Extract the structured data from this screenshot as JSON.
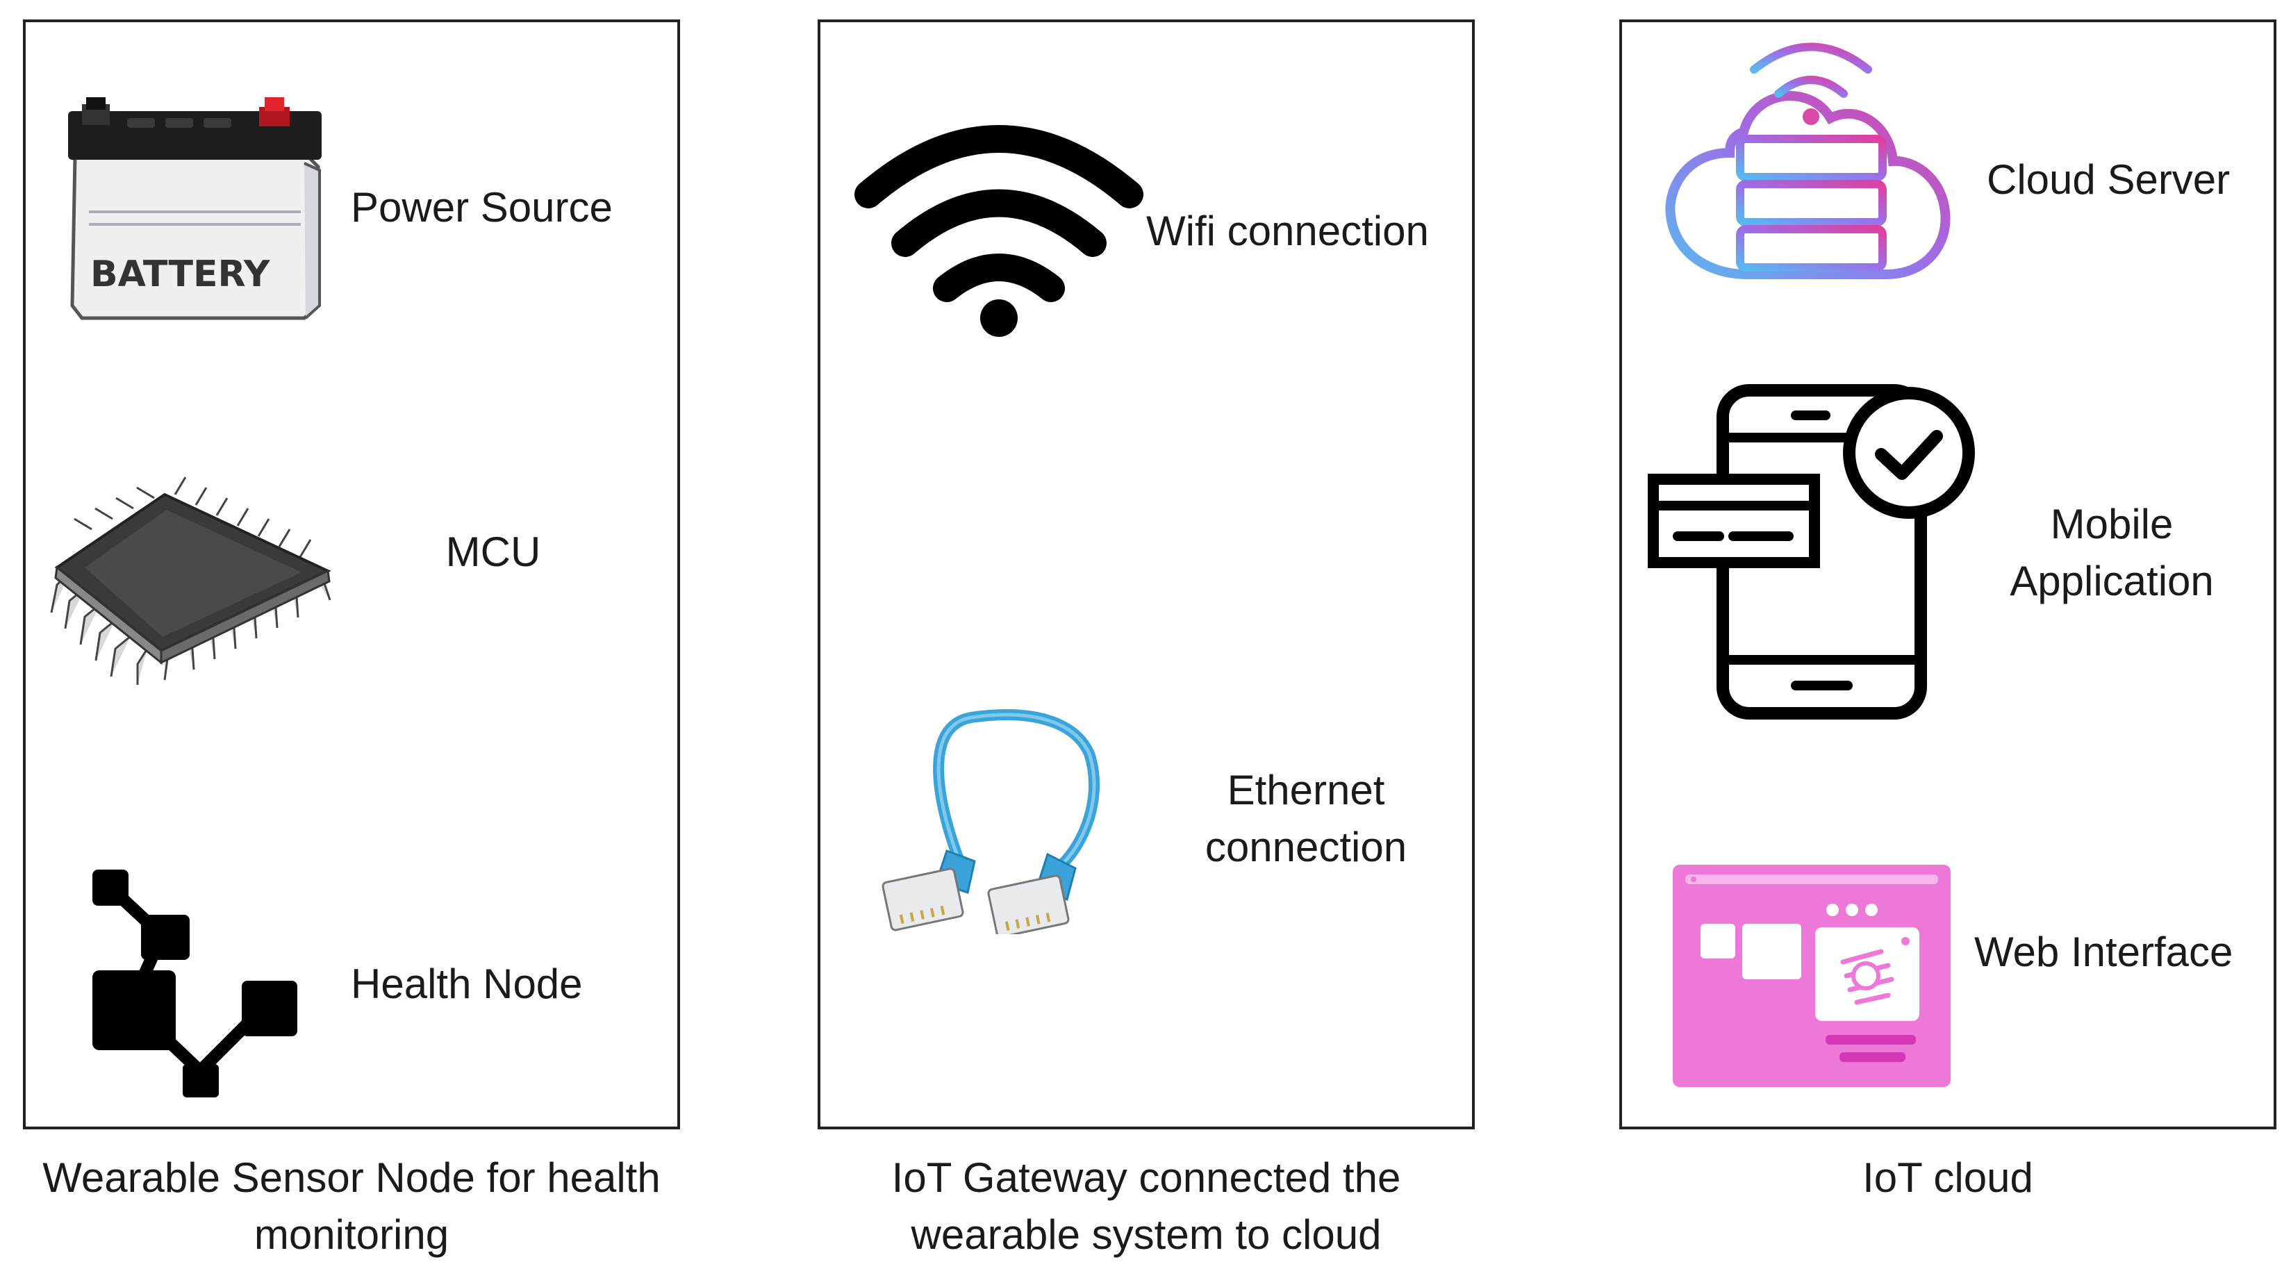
{
  "panels": {
    "sensor_node": {
      "items": [
        {
          "label": "Power Source",
          "icon": "battery-icon",
          "battery_text": "BATTERY"
        },
        {
          "label": "MCU",
          "icon": "chip-icon"
        },
        {
          "label": "Health Node",
          "icon": "node-graph-icon"
        }
      ],
      "caption_line1": "Wearable Sensor Node for health",
      "caption_line2": "monitoring"
    },
    "gateway": {
      "items": [
        {
          "label": "Wifi connection",
          "icon": "wifi-icon"
        },
        {
          "label_line1": "Ethernet",
          "label_line2": "connection",
          "icon": "ethernet-cable-icon"
        }
      ],
      "caption_line1": "IoT Gateway connected the",
      "caption_line2": "wearable system to cloud"
    },
    "cloud": {
      "items": [
        {
          "label": "Cloud Server",
          "icon": "cloud-server-icon"
        },
        {
          "label_line1": "Mobile",
          "label_line2": "Application",
          "icon": "mobile-app-icon"
        },
        {
          "label": "Web Interface",
          "icon": "web-interface-icon"
        }
      ],
      "caption": "IoT cloud"
    }
  },
  "colors": {
    "border": "#222222",
    "ethernet_blue": "#3aa3d9",
    "cloud_gradient_start": "#5ab8f0",
    "cloud_gradient_end": "#e03fa0",
    "web_pink": "#ee78d8",
    "battery_red": "#e0242c"
  }
}
